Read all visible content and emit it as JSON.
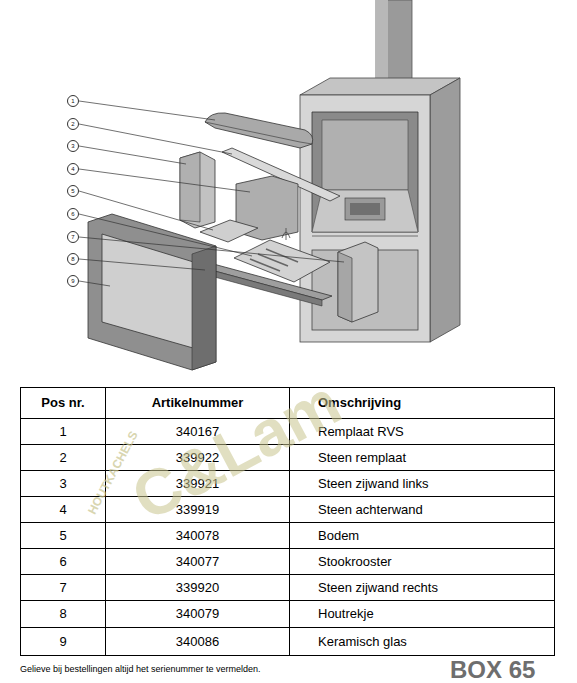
{
  "diagram": {
    "nodes": [
      {
        "text": [
          "1"
        ]
      },
      {
        "text": [
          "2"
        ]
      },
      {
        "text": [
          "3"
        ]
      },
      {
        "text": [
          "4"
        ]
      },
      {
        "text": [
          "5"
        ]
      },
      {
        "text": [
          "6"
        ]
      },
      {
        "text": [
          "7"
        ]
      },
      {
        "text": [
          "8"
        ]
      },
      {
        "text": [
          "9"
        ]
      }
    ],
    "labels": [
      "Pos nr.",
      "Artikelnummer",
      "Omschrijving",
      "1",
      "340167",
      "Remplaat RVS",
      "2",
      "339922",
      "Steen remplaat",
      "3",
      "339921",
      "Steen zijwand links",
      "4",
      "339919",
      "Steen achterwand",
      "5",
      "340078",
      "Bodem",
      "6",
      "340077",
      "Stookrooster",
      "7",
      "339920",
      "Steen zijwand rechts",
      "8",
      "340079",
      "Houtrekje",
      "9",
      "340086",
      "Keramisch glas",
      "Gelieve bij bestellingen altijd het serienummer te vermelden.",
      "BOX 65",
      "C&Lam",
      "HOUTKACHELS"
    ]
  }
}
